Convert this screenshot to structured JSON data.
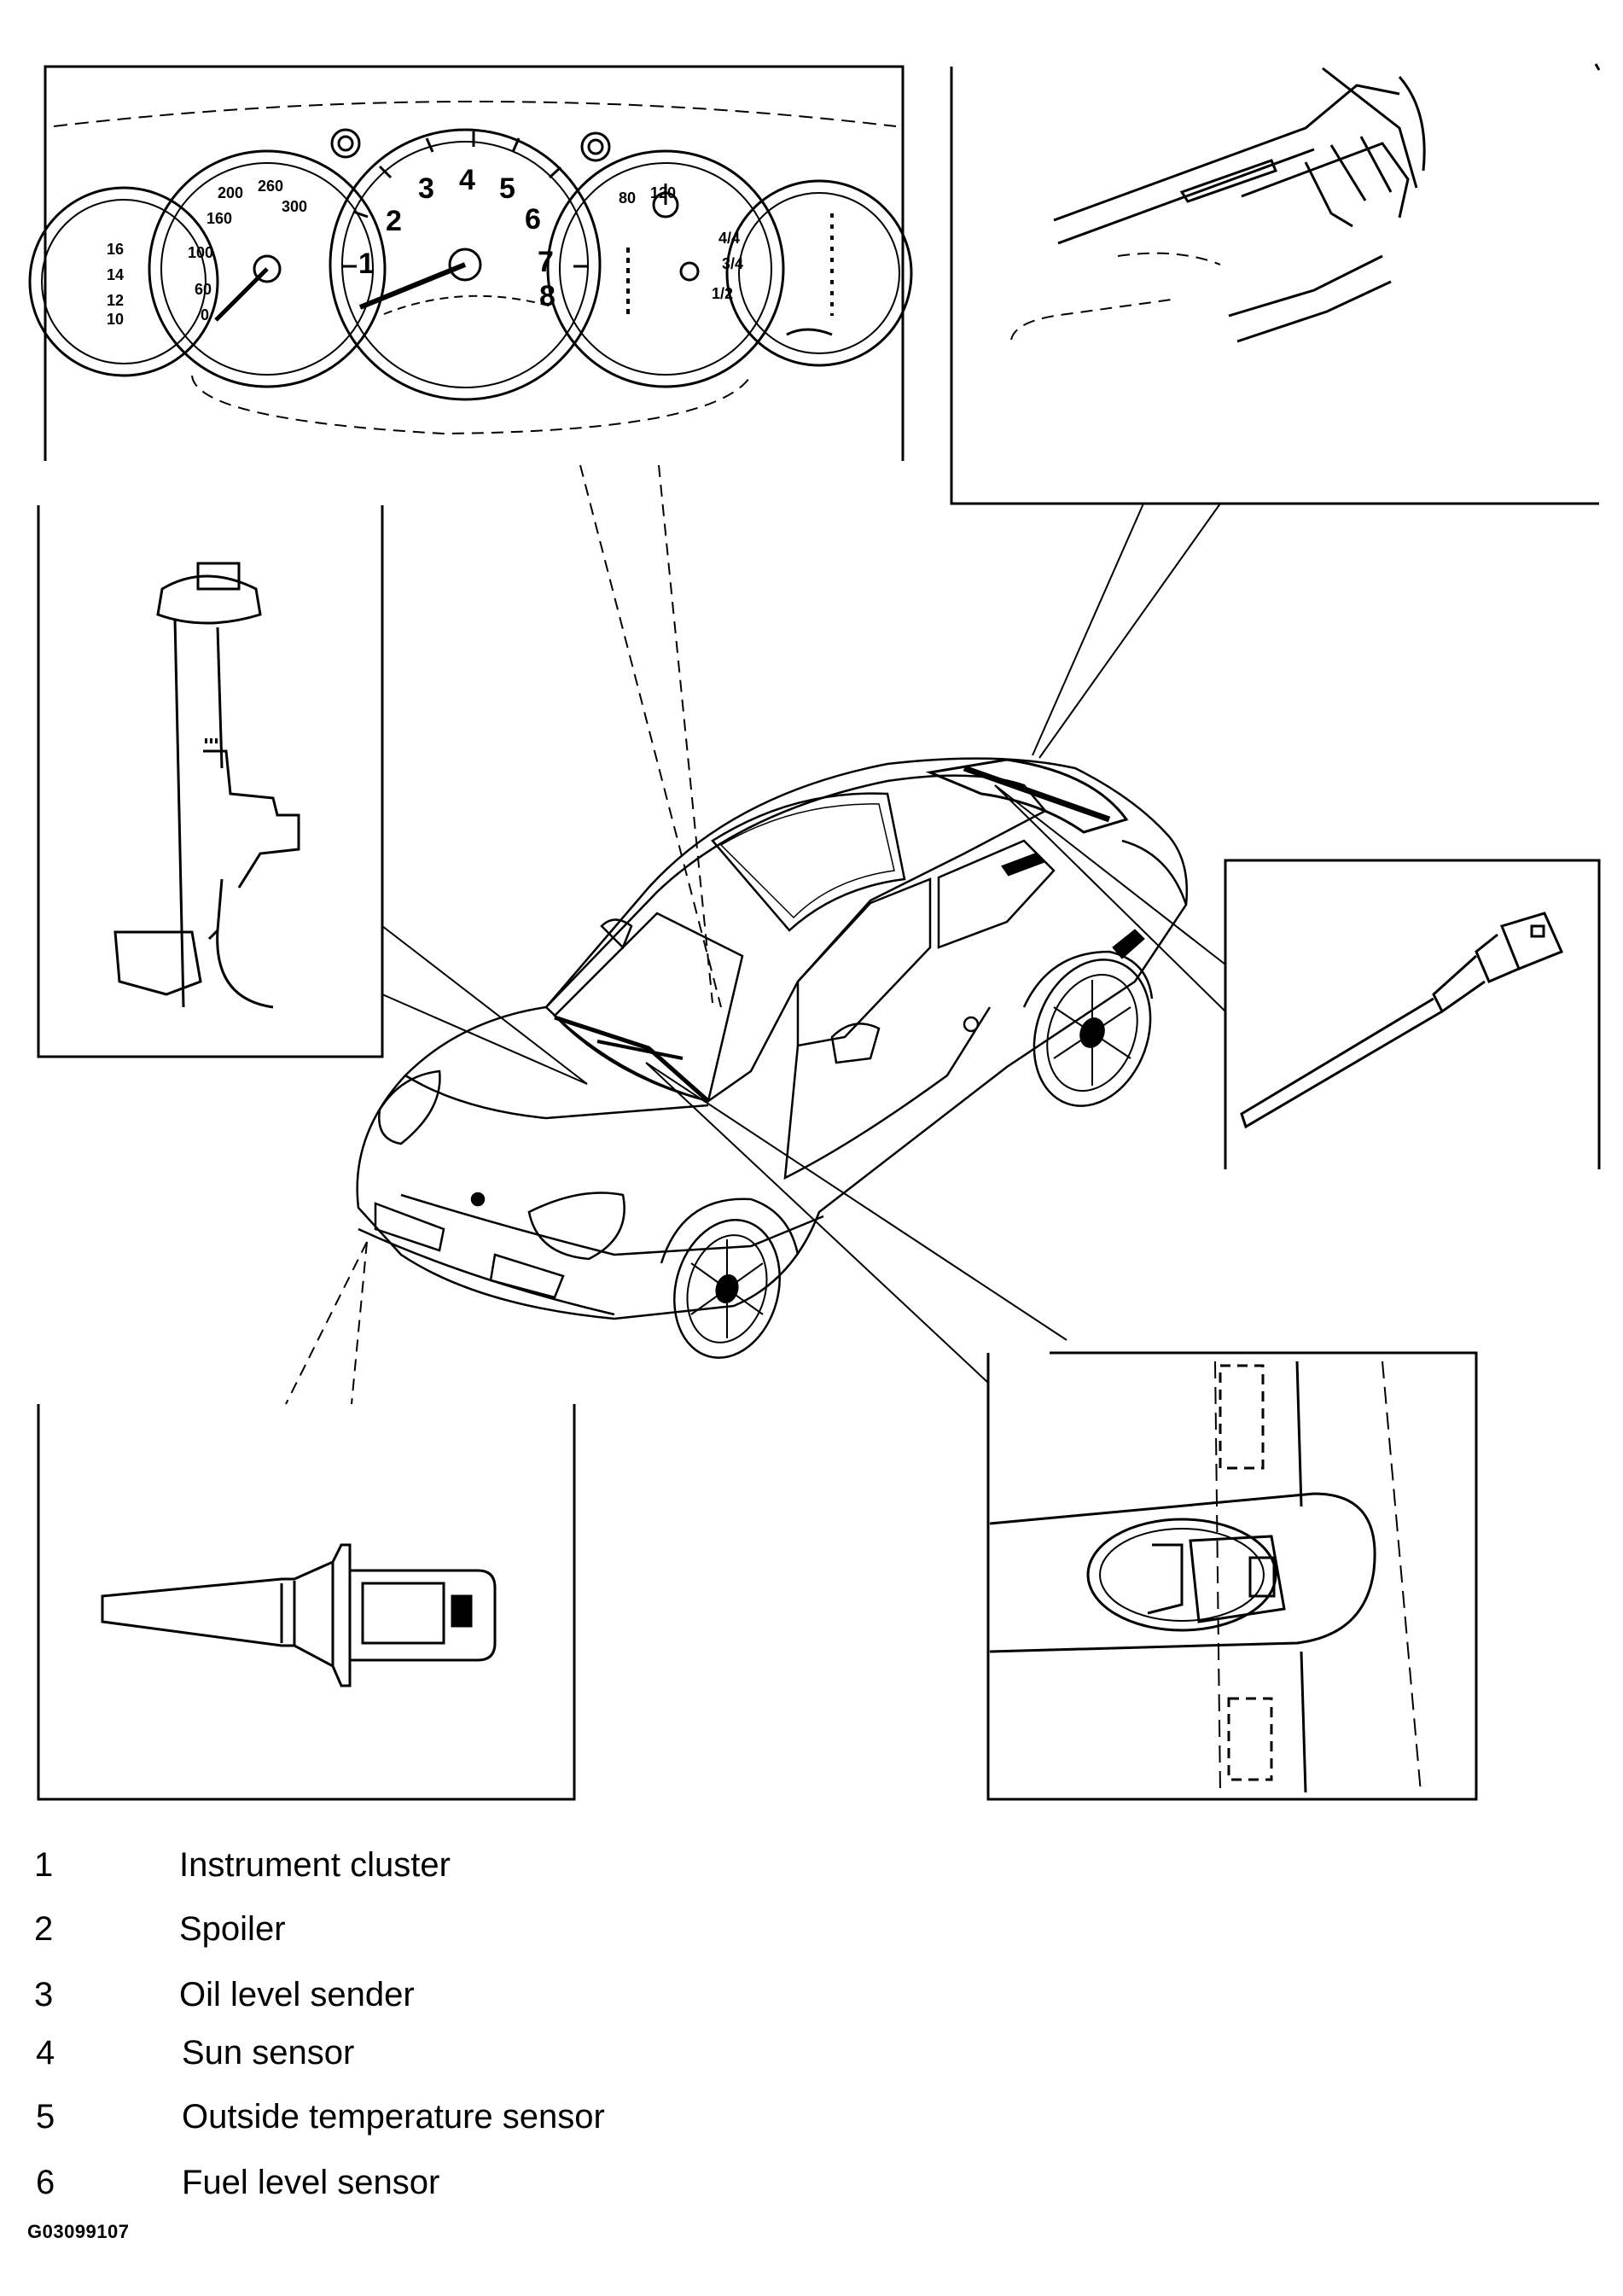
{
  "legend": [
    {
      "number": "1",
      "label": "Instrument cluster"
    },
    {
      "number": "2",
      "label": "Spoiler"
    },
    {
      "number": "3",
      "label": "Oil level sender"
    },
    {
      "number": "4",
      "label": "Sun sensor"
    },
    {
      "number": "5",
      "label": "Outside temperature sensor"
    },
    {
      "number": "6",
      "label": "Fuel level sensor"
    }
  ],
  "figure_id": "G03099107",
  "gauges": {
    "tachometer_numbers": [
      "1",
      "2",
      "3",
      "4",
      "5",
      "6",
      "7",
      "8"
    ],
    "speedometer_numbers": [
      "0",
      "60",
      "100",
      "160",
      "200",
      "260",
      "300"
    ],
    "left_small_numbers": [
      "16",
      "14",
      "12",
      "10"
    ],
    "right_small_numbers": [
      "120",
      "80",
      "4/4",
      "3/4",
      "1/2"
    ]
  }
}
